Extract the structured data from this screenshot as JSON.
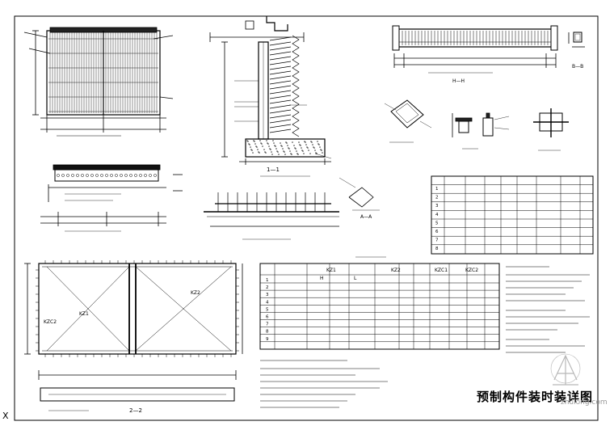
{
  "title": "预制构件装时装详图",
  "view_labels": {
    "section_1_1": "1—1",
    "section_2_2": "2—2",
    "section_aa": "A—A",
    "section_bb": "B—B",
    "section_h": "H—H"
  },
  "table_headers": [
    "H",
    "L",
    "KZ1",
    "KZ2",
    "KZC1",
    "KZC2"
  ],
  "row_numbers": [
    "1",
    "2",
    "3",
    "4",
    "5",
    "6",
    "7",
    "8",
    "9"
  ],
  "right_table_rows": [
    "1",
    "2",
    "3",
    "4",
    "5",
    "6",
    "7",
    "8"
  ],
  "legend_labels": [
    "KZ1",
    "KZC2",
    "KZ2"
  ],
  "watermark": "zhulong.com",
  "corner_mark": "X",
  "colors": {
    "line": "#000000",
    "hatch": "#222222",
    "grid": "#333333",
    "watermark": "#b8b8b8"
  }
}
